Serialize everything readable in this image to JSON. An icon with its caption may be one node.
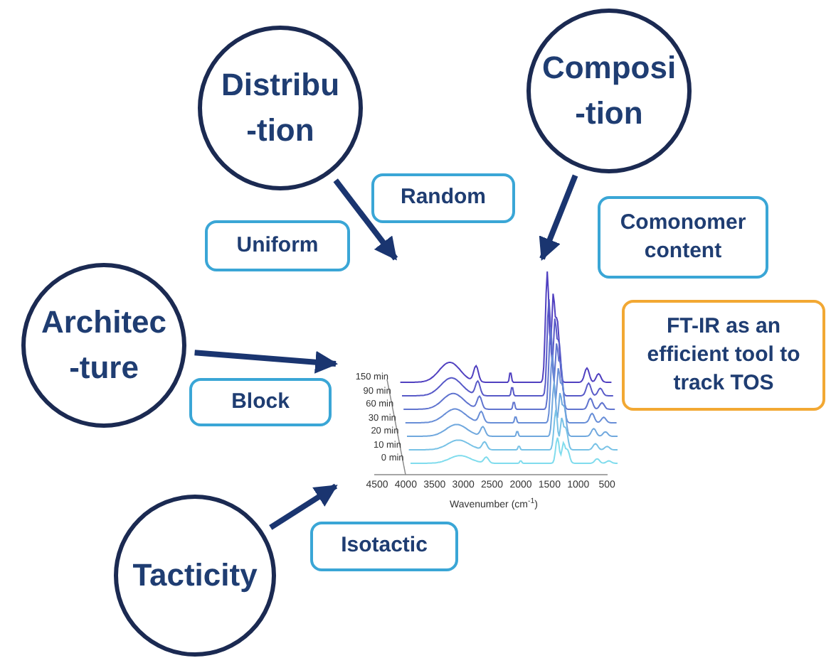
{
  "diagram": {
    "nodes": [
      {
        "text": [
          "Distribu -tion"
        ]
      },
      {
        "text": [
          "Composi -tion"
        ]
      },
      {
        "text": [
          "Architec -ture"
        ]
      },
      {
        "text": [
          "Tacticity"
        ]
      },
      {
        "text": [
          "Random"
        ]
      },
      {
        "text": [
          "Uniform"
        ]
      },
      {
        "text": [
          "Comonomer content"
        ]
      },
      {
        "text": [
          "FT-IR as an efficient tool to track TOS"
        ]
      },
      {
        "text": [
          "Block"
        ]
      },
      {
        "text": [
          "Isotactic"
        ]
      },
      {
        "text": [],
        "shape": "picture"
      }
    ],
    "edges": [
      {
        "from": 0,
        "to": 10,
        "arrow": "to"
      },
      {
        "from": 1,
        "to": 10,
        "arrow": "to"
      },
      {
        "from": 2,
        "to": 10,
        "arrow": "to"
      },
      {
        "from": 3,
        "to": 10,
        "arrow": "to"
      }
    ],
    "labels": [
      "150 min",
      "90 min",
      "60 min",
      "30 min",
      "20 min",
      "10 min",
      "0 min",
      "4500",
      "4000",
      "3500",
      "3000",
      "2500",
      "2000",
      "1500",
      "1000",
      "500",
      "Wavenumber (cm$^{-1}$)"
    ]
  }
}
